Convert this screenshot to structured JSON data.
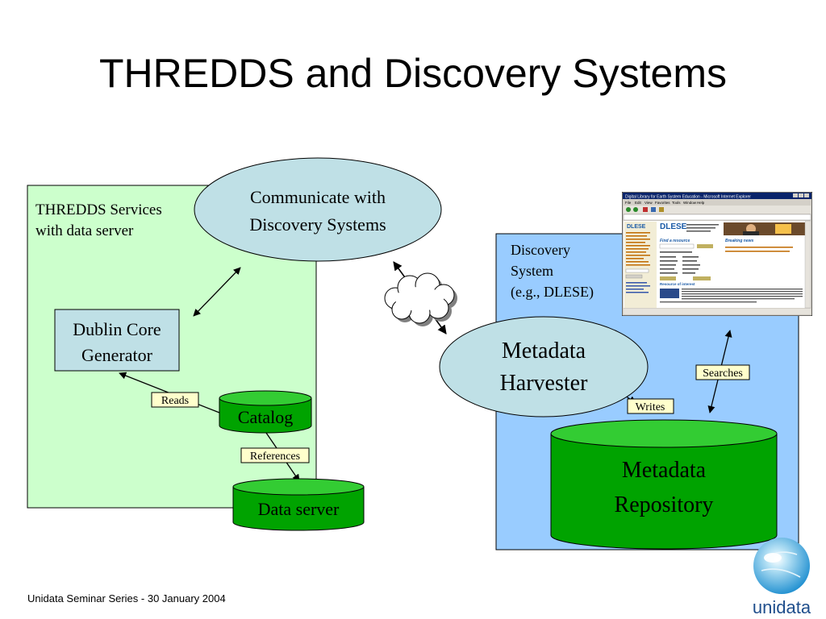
{
  "slide": {
    "title": "THREDDS and Discovery Systems",
    "footer": "Unidata Seminar Series - 30 January 2004"
  },
  "diagram": {
    "thredds_box": {
      "label_line1": "THREDDS Services",
      "label_line2": "with data server"
    },
    "discovery_box": {
      "label_line1": "Discovery",
      "label_line2": "System",
      "label_line3": "(e.g., DLESE)"
    },
    "communicate_ellipse": {
      "line1": "Communicate with",
      "line2": "Discovery Systems"
    },
    "dublin_core": {
      "line1": "Dublin Core",
      "line2": "Generator"
    },
    "catalog": "Catalog",
    "data_server": "Data server",
    "metadata_harvester": {
      "line1": "Metadata",
      "line2": "Harvester"
    },
    "metadata_repository": {
      "line1": "Metadata",
      "line2": "Repository"
    },
    "edge_labels": {
      "reads": "Reads",
      "references": "References",
      "writes": "Writes",
      "searches": "Searches"
    }
  },
  "screenshot": {
    "window_title": "Digital Library for Earth System Education - Microsoft Internet Explorer",
    "menu": [
      "File",
      "Edit",
      "View",
      "Favorites",
      "Tools",
      "Window",
      "Help"
    ],
    "site_logo": "DLESE",
    "find_resource": "Find a resource",
    "breaking_news": "Breaking news",
    "resource_of_interest": "Resource of interest"
  },
  "logo": {
    "text": "unidata"
  },
  "colors": {
    "thredds_bg": "#ccffcc",
    "discovery_bg": "#99ccff",
    "ellipse_fill": "#bfe0e6",
    "cylinder_fill": "#00a300",
    "cylinder_top": "#33cc33",
    "label_bg": "#ffffcc"
  }
}
